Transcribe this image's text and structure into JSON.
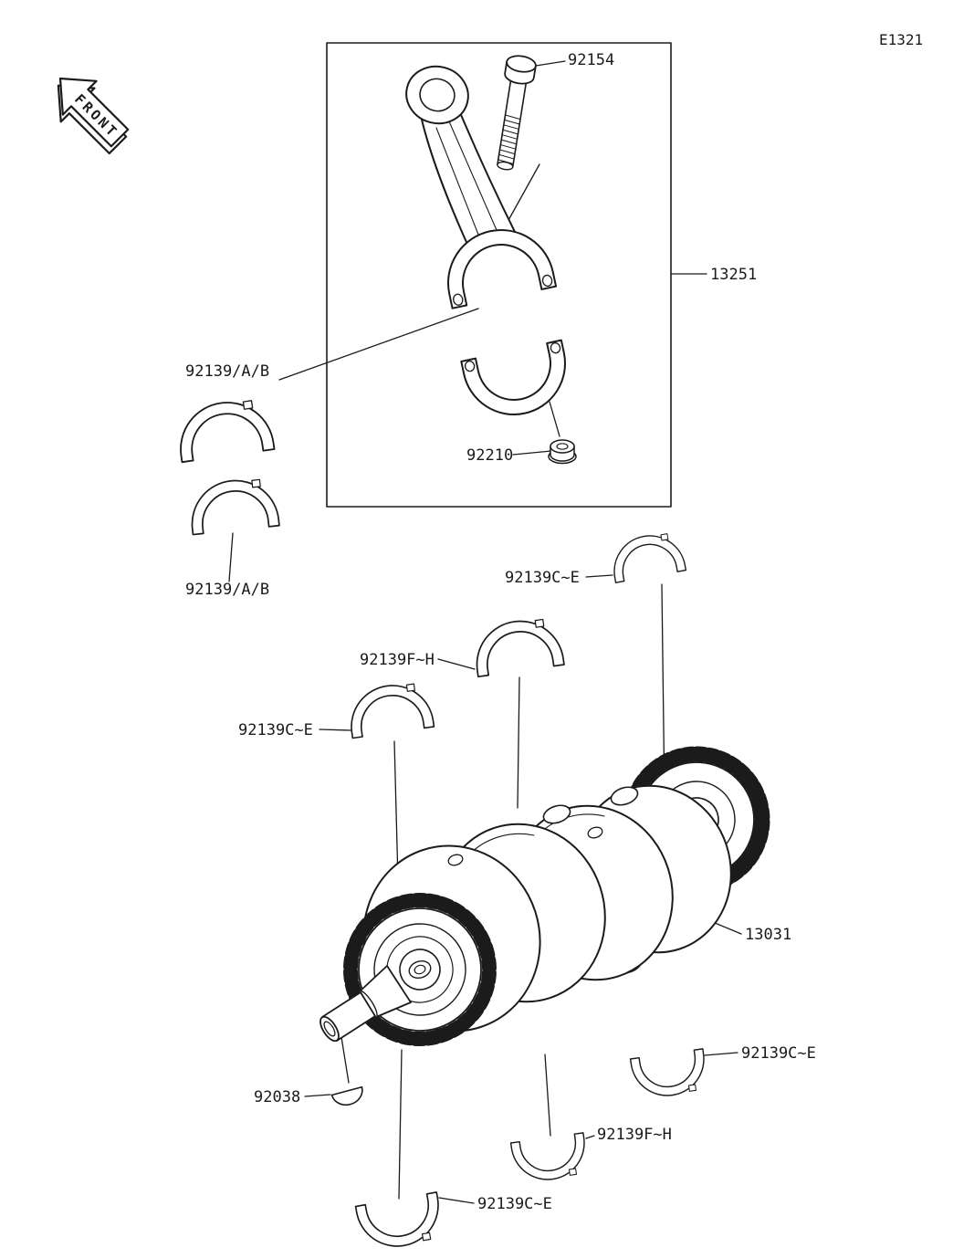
{
  "page": {
    "code": "E1321",
    "front_arrow": "FRONT"
  },
  "parts": {
    "rod_bolt": {
      "number": "92154"
    },
    "connecting_rod": {
      "number": "13251"
    },
    "rod_bearing_upper": {
      "number": "92139/A/B"
    },
    "rod_bearing_lower": {
      "number": "92139/A/B"
    },
    "rod_nut": {
      "number": "92210"
    },
    "main_bearing_top_right": {
      "number": "92139C~E"
    },
    "main_bearing_top_center": {
      "number": "92139F~H"
    },
    "main_bearing_top_left": {
      "number": "92139C~E"
    },
    "crankshaft": {
      "number": "13031"
    },
    "woodruff_key": {
      "number": "92038"
    },
    "main_bearing_bottom_right": {
      "number": "92139C~E"
    },
    "main_bearing_bottom_center": {
      "number": "92139F~H"
    },
    "main_bearing_bottom_left": {
      "number": "92139C~E"
    }
  }
}
